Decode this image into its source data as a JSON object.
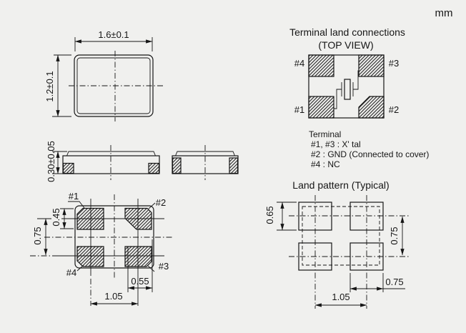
{
  "unit": "mm",
  "outline_view": {
    "width_dim": "1.6±0.1",
    "height_dim": "1.2±0.1"
  },
  "side_view": {
    "height_dim": "0.30±0.05"
  },
  "bottom_view": {
    "label_1": "#1",
    "label_2": "#2",
    "label_3": "#3",
    "label_4": "#4",
    "pad_height_dim": "0.45",
    "row_pitch_dim": "0.75",
    "pad_width_dim": "0.55",
    "col_pitch_dim": "1.05"
  },
  "terminal_land": {
    "title": "Terminal land connections",
    "subtitle": "(TOP VIEW)",
    "label_1": "#1",
    "label_2": "#2",
    "label_3": "#3",
    "label_4": "#4"
  },
  "terminal_legend": {
    "heading": "Terminal",
    "line_1": "#1, #3 : X' tal",
    "line_2": "#2 : GND (Connected to cover)",
    "line_3": "#4 : NC"
  },
  "land_pattern": {
    "title": "Land pattern (Typical)",
    "pad_height_dim": "0.65",
    "row_pitch_dim": "0.75",
    "pad_width_dim": "0.75",
    "col_pitch_dim": "1.05"
  },
  "colors": {
    "background": "#f0f0ee",
    "line": "#161616"
  }
}
